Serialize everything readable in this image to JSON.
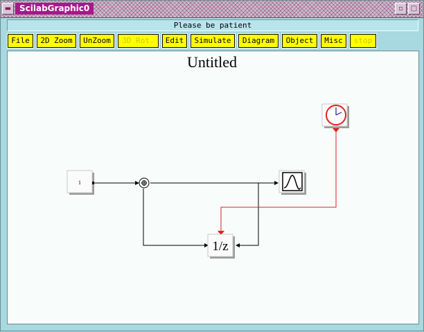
{
  "window": {
    "title": "ScilabGraphic0"
  },
  "status_text": "Please be patient",
  "menu": [
    {
      "label": "File",
      "enabled": true
    },
    {
      "label": "2D Zoom",
      "enabled": true
    },
    {
      "label": "UnZoom",
      "enabled": true
    },
    {
      "label": "3D Rot.",
      "enabled": false
    },
    {
      "label": "Edit",
      "enabled": true
    },
    {
      "label": "Simulate",
      "enabled": true
    },
    {
      "label": "Diagram",
      "enabled": true
    },
    {
      "label": "Object",
      "enabled": true
    },
    {
      "label": "Misc",
      "enabled": true
    },
    {
      "label": "stop",
      "enabled": false
    }
  ],
  "diagram": {
    "title": "Untitled",
    "blocks": {
      "constant": {
        "label": "1"
      },
      "delay": {
        "label": "1/z"
      },
      "sum": {
        "icon": "plus-circle-icon"
      },
      "scope": {
        "icon": "scope-waveform-icon"
      },
      "clock": {
        "icon": "clock-icon"
      }
    },
    "colors": {
      "activation_link": "#e02020",
      "regular_link": "#000000",
      "clock_face": "#e02020",
      "menu_bg": "#ffff00",
      "title_highlight": "#a81888"
    }
  }
}
